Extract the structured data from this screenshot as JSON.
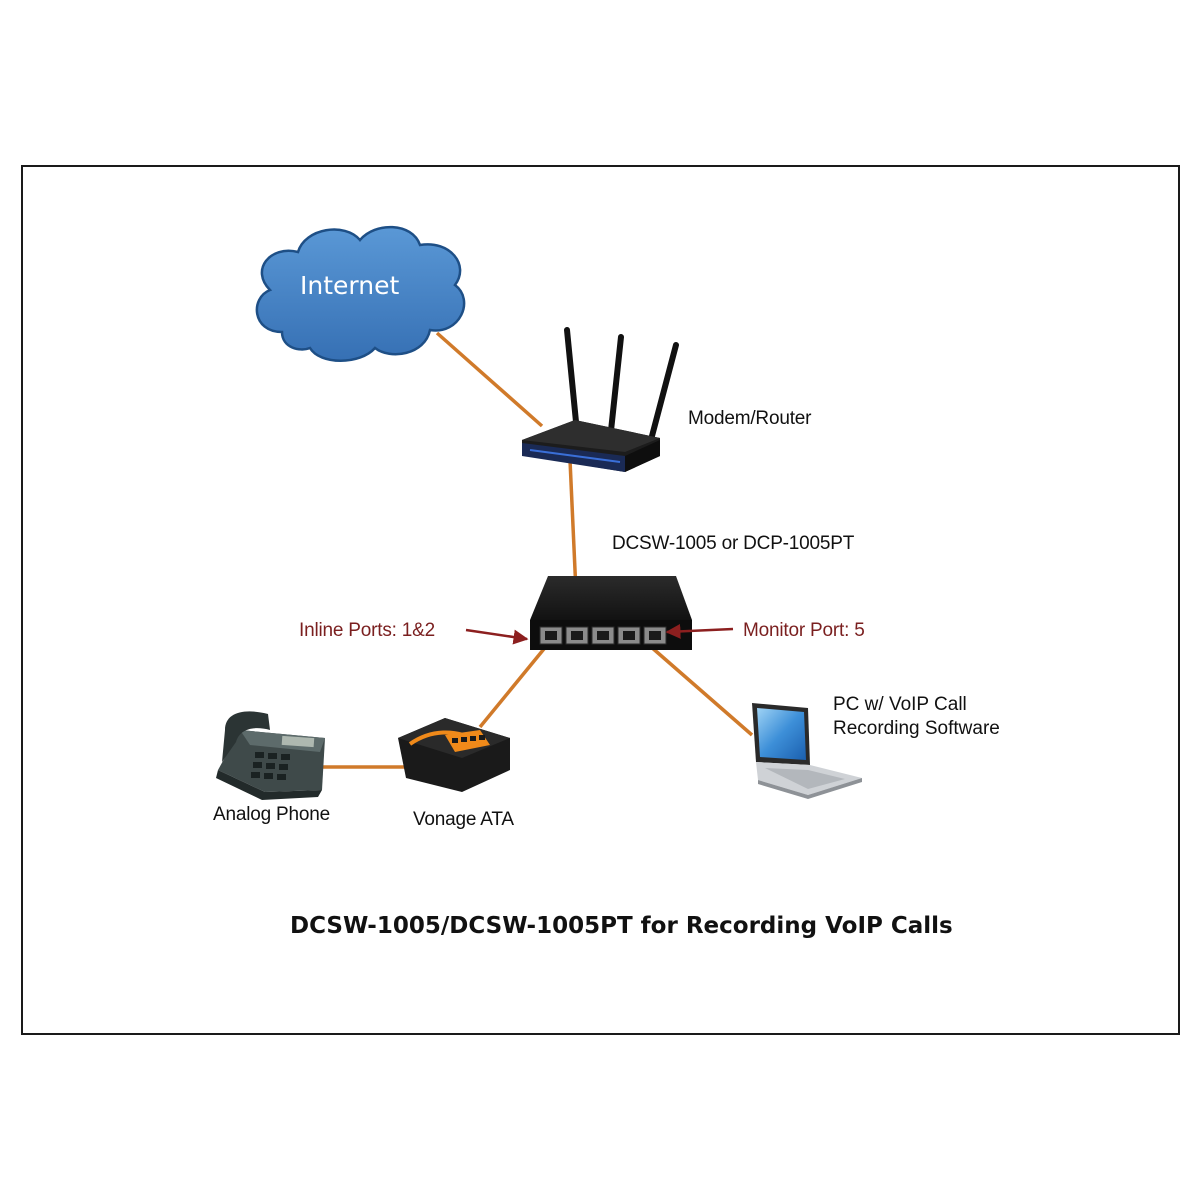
{
  "cloud": {
    "label": "Internet"
  },
  "router": {
    "label": "Modem/Router"
  },
  "switch": {
    "label": "DCSW-1005 or DCP-1005PT"
  },
  "inline_ports": {
    "label": "Inline Ports: 1&2"
  },
  "monitor_port": {
    "label": "Monitor Port: 5"
  },
  "pc": {
    "label_line1": "PC w/ VoIP Call",
    "label_line2": "Recording Software"
  },
  "phone": {
    "label": "Analog Phone"
  },
  "ata": {
    "label": "Vonage ATA"
  },
  "caption": "DCSW-1005/DCSW-1005PT for Recording VoIP Calls",
  "colors": {
    "cable": "#d07a2a",
    "cloud_fill": "#3f7fc4",
    "cloud_stroke": "#1e4f86",
    "arrow": "#8c1f1f"
  }
}
